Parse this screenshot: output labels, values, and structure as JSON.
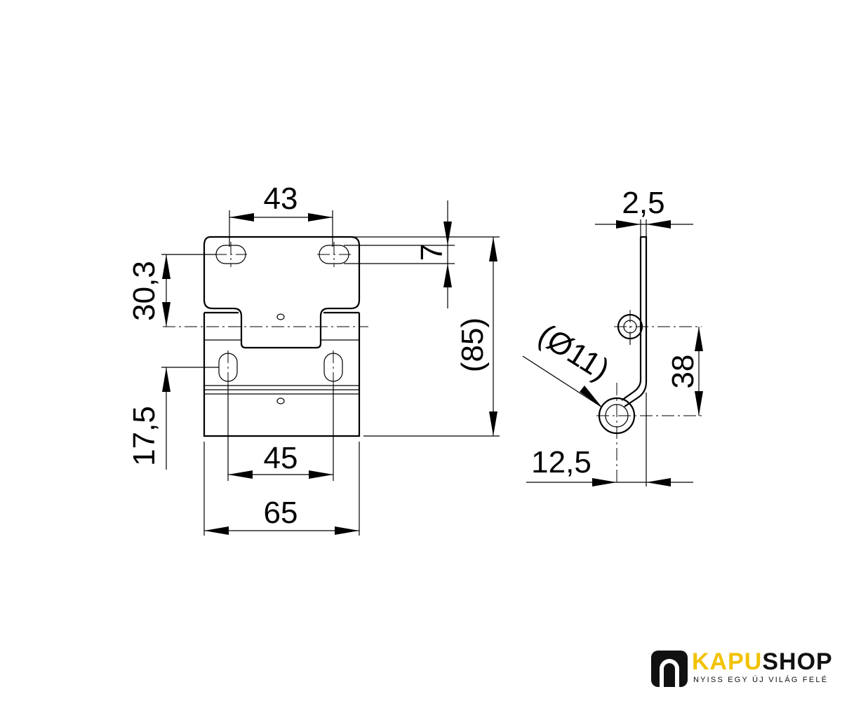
{
  "drawing": {
    "dimensions": {
      "d43": "43",
      "d7": "7",
      "d85": "(85)",
      "d30_3": "30,3",
      "d17_5": "17,5",
      "d45": "45",
      "d65": "65",
      "d2_5": "2,5",
      "d11": "(Ø11)",
      "d38": "38",
      "d12_5": "12,5"
    }
  },
  "logo": {
    "brand_part1": "KAPU",
    "brand_part2": "SHOP",
    "tagline": "NYISS EGY ÚJ VILÁG FELÉ",
    "colors": {
      "accent": "#f2c200",
      "dark": "#111111"
    },
    "icon": "door-arch-icon"
  }
}
